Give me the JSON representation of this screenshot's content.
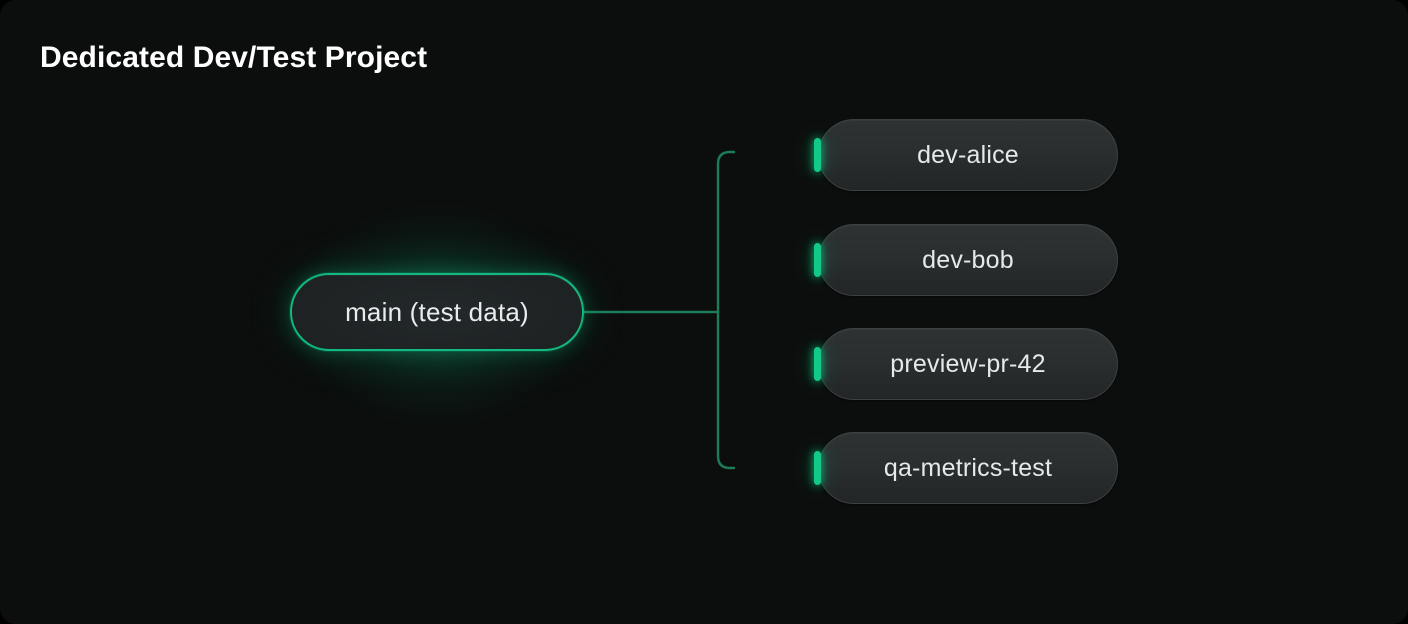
{
  "diagram": {
    "title": "Dedicated Dev/Test Project",
    "type": "branch-tree",
    "root": {
      "label": "main (test data)",
      "style": "accent-outlined-pill"
    },
    "branches": [
      {
        "label": "dev-alice"
      },
      {
        "label": "dev-bob"
      },
      {
        "label": "preview-pr-42"
      },
      {
        "label": "qa-metrics-test"
      }
    ]
  },
  "colors": {
    "canvas_background": "#0c0e0d",
    "page_background": "#000000",
    "title_text": "#ffffff",
    "accent_green": "#10b981",
    "connector_green": "#1b7d58",
    "connector_glow": "#13c98a",
    "root_node_fill": "#1c2021",
    "root_node_border": "#11b981",
    "branch_node_fill": "#2a2e2f",
    "branch_node_border": "#3b4041",
    "node_label_text": "#e7ebed"
  }
}
